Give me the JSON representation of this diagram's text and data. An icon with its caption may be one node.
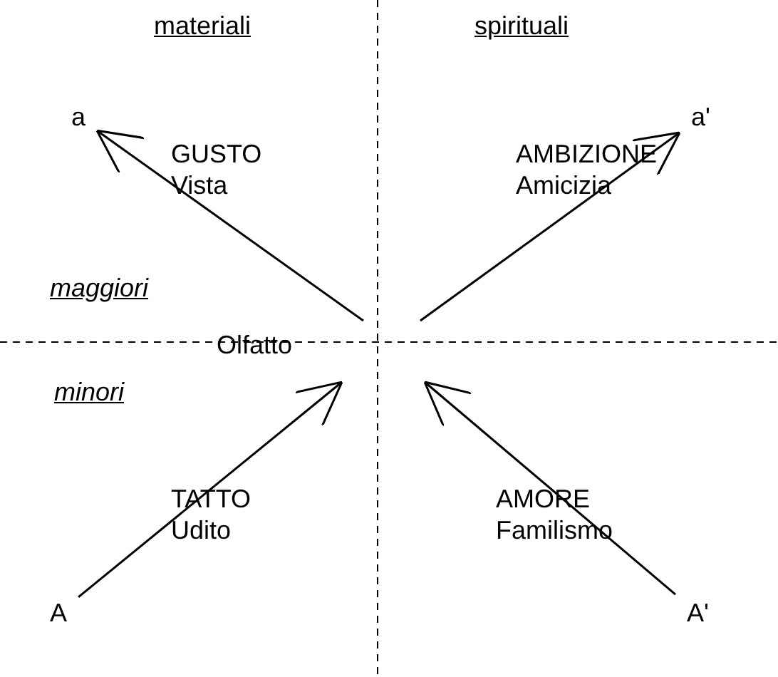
{
  "diagram": {
    "nodes": [
      {
        "text": [
          "a"
        ]
      },
      {
        "text": [
          "a'"
        ]
      },
      {
        "text": [
          "A"
        ]
      },
      {
        "text": [
          "A'"
        ]
      }
    ],
    "edges": [
      {
        "from": null,
        "to": 0,
        "arrow": "to"
      },
      {
        "from": null,
        "to": 1,
        "arrow": "to"
      },
      {
        "from": 2,
        "to": null,
        "arrow": "to"
      },
      {
        "from": 3,
        "to": null,
        "arrow": "to"
      }
    ],
    "labels": [
      "materiali",
      "spirituali",
      "GUSTO",
      "Vista",
      "AMBIZIONE",
      "Amicizia",
      "maggiori",
      "Olfatto",
      "minori",
      "TATTO",
      "Udito",
      "AMORE",
      "Familismo"
    ]
  }
}
